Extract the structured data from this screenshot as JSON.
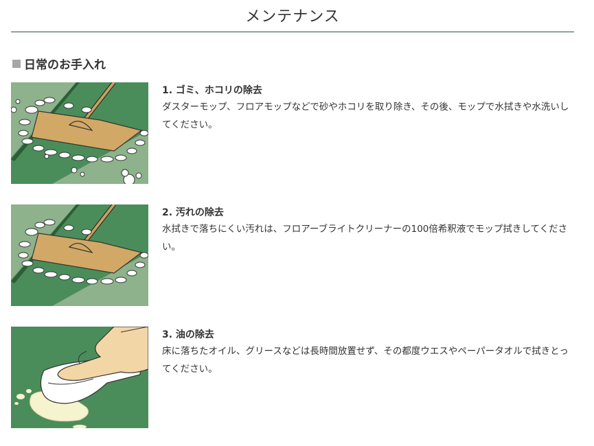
{
  "page": {
    "title": "メンテナンス",
    "section_heading": "日常のお手入れ"
  },
  "items": [
    {
      "title": "1. ゴミ、ホコリの除去",
      "description": "ダスターモップ、フロアモップなどで砂やホコリを取り除き、その後、モップで水拭きや水洗いしてください。",
      "illustration": "dust-mop-icon"
    },
    {
      "title": "2. 汚れの除去",
      "description": "水拭きで落ちにくい汚れは、フロアーブライトクリーナーの100倍希釈液でモップ拭きしてください。",
      "illustration": "mop-icon"
    },
    {
      "title": "3. 油の除去",
      "description": "床に落ちたオイル、グリースなどは長時間放置せず、その都度ウエスやペーパータオルで拭きとってください。",
      "illustration": "hand-wiping-icon"
    }
  ],
  "colors": {
    "floor_light": "#8db28c",
    "floor_dark": "#4a8d5a",
    "mop_head": "#d2a866",
    "skin": "#f3d6a6",
    "rule": "#2f4f46"
  }
}
